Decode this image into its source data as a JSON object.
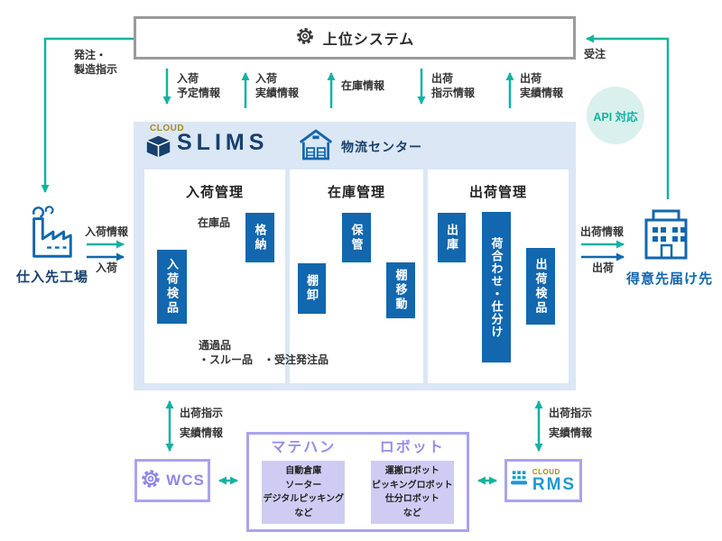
{
  "colors": {
    "teal": "#12b2a2",
    "flow_blue": "#1267ae",
    "navy": "#17406d",
    "rms_blue": "#1b9ad2",
    "purple": "#8f88e8",
    "purple_border": "#aaa3ef",
    "purple_fill": "#cfcbf3",
    "gold": "#a8891c",
    "slims_bg": "#dbe7f4",
    "api_bg": "#d9f0ec",
    "top_border": "#9b9b9b"
  },
  "top_system": {
    "title": "上位システム"
  },
  "external_left": {
    "order_label": "発注・\n製造指示",
    "partner": "仕入先工場",
    "info_arrow": "入荷情報",
    "goods_arrow": "入荷"
  },
  "external_right": {
    "order_label": "受注",
    "partner": "得意先届け先",
    "info_arrow": "出荷情報",
    "goods_arrow": "出荷",
    "api_badge": "API 対応"
  },
  "system_arrows": [
    {
      "label": "入荷\n予定情報",
      "direction": "down"
    },
    {
      "label": "入荷\n実績情報",
      "direction": "up"
    },
    {
      "label": "在庫情報",
      "direction": "up"
    },
    {
      "label": "出荷\n指示情報",
      "direction": "down"
    },
    {
      "label": "出荷\n実績情報",
      "direction": "up"
    }
  ],
  "slims": {
    "logo_cloud": "CLOUD",
    "logo_name": "SLIMS",
    "facility": "物流センター",
    "columns": [
      {
        "title": "入荷管理"
      },
      {
        "title": "在庫管理"
      },
      {
        "title": "出荷管理"
      }
    ],
    "process_boxes": {
      "receiving_inspection": "入荷検品",
      "putaway": "格納",
      "storage": "保管",
      "stocktake": "棚卸",
      "shelf_move": "棚移動",
      "picking_out": "出庫",
      "consolidation": "荷合わせ・仕分け",
      "shipping_inspection": "出荷検品"
    },
    "flow_labels": {
      "stock_items": "在庫品",
      "passthrough": "通過品",
      "passthrough_detail": "・スルー品　・受注発注品"
    }
  },
  "bottom": {
    "wcs_arrow_label": "出荷指示\n実績情報",
    "rms_arrow_label": "出荷指示\n実績情報",
    "wcs_label": "WCS",
    "equipment": {
      "matehan_title": "マテハン",
      "matehan_items": "自動倉庫\nソーター\nデジタルピッキング\nなど",
      "robot_title": "ロボット",
      "robot_items": "運搬ロボット\nピッキングロボット\n仕分ロボット\nなど"
    },
    "rms_cloud": "CLOUD",
    "rms_label": "RMS"
  }
}
